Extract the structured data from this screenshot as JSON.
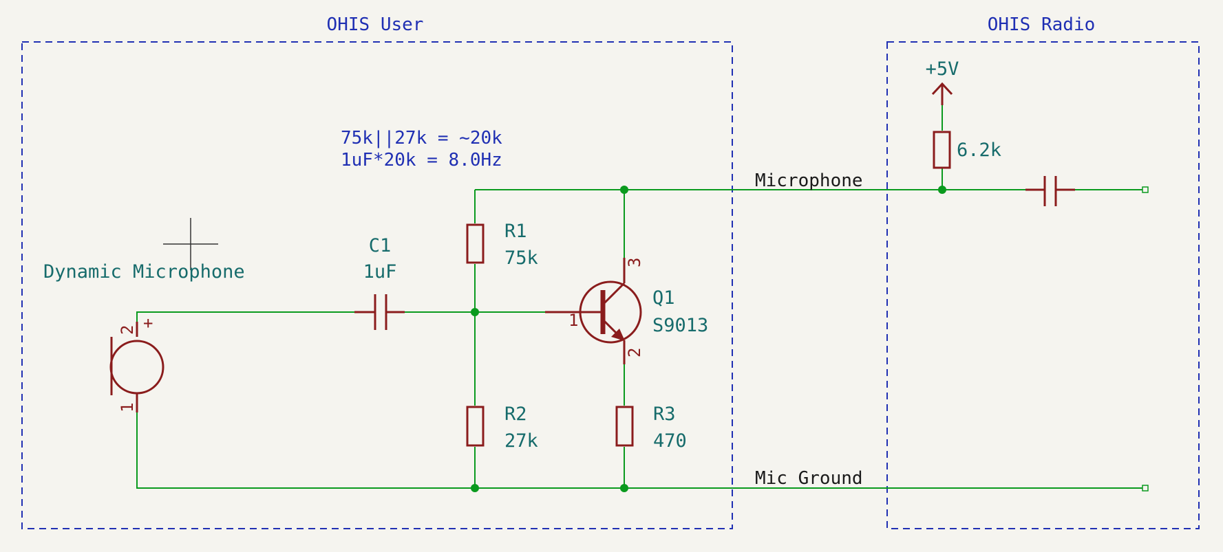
{
  "sheets": {
    "user_title": "OHIS User",
    "radio_title": "OHIS Radio"
  },
  "notes": {
    "line1": "75k||27k = ~20k",
    "line2": "1uF*20k = 8.0Hz"
  },
  "microphone": {
    "label": "Dynamic Microphone",
    "pin_plus": "2",
    "pin_minus": "1",
    "plus_sign": "+"
  },
  "c1": {
    "ref": "C1",
    "value": "1uF"
  },
  "r1": {
    "ref": "R1",
    "value": "75k"
  },
  "r2": {
    "ref": "R2",
    "value": "27k"
  },
  "r3": {
    "ref": "R3",
    "value": "470"
  },
  "q1": {
    "ref": "Q1",
    "value": "S9013",
    "pin_base": "1",
    "pin_emitter": "2",
    "pin_collector": "3"
  },
  "pullup": {
    "value": "6.2k",
    "supply": "+5V"
  },
  "nets": {
    "microphone": "Microphone",
    "ground": "Mic Ground"
  },
  "colors": {
    "wire": "#0a9a1e",
    "component": "#8a1c1c",
    "frame": "#1f2fb3",
    "reference": "#166b6b",
    "background": "#f5f4ef"
  }
}
